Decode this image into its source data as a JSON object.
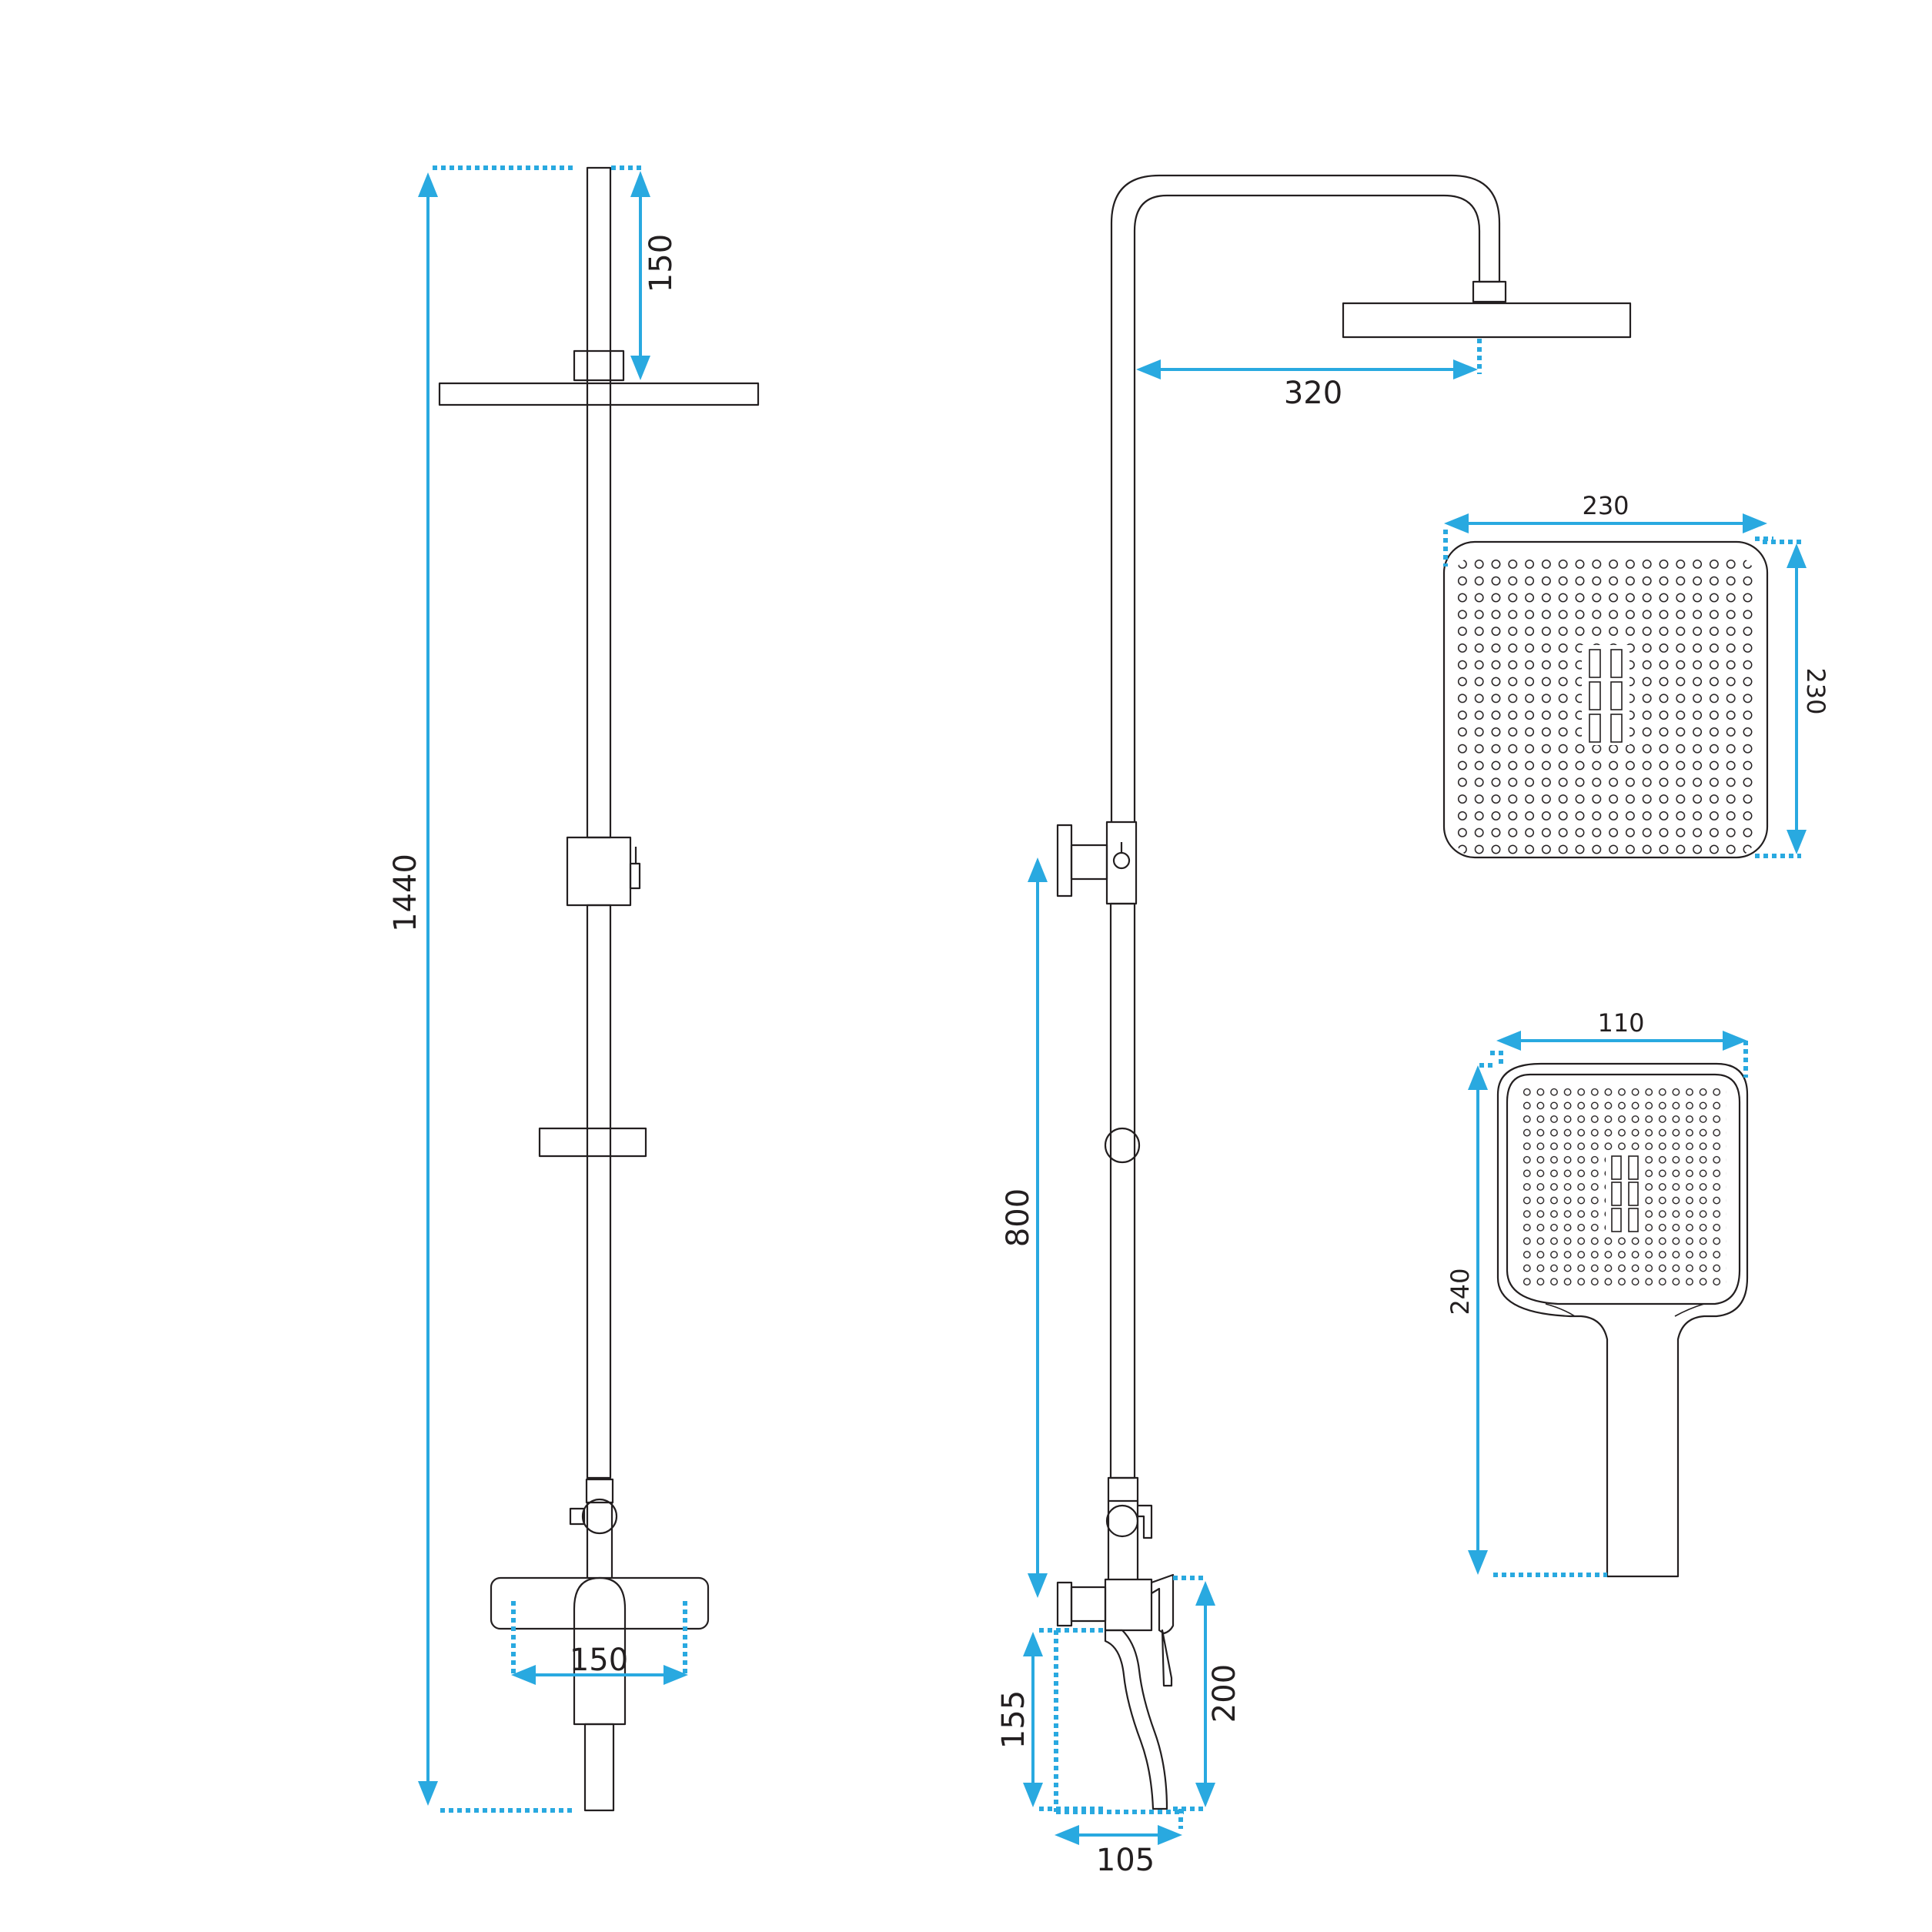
{
  "dimensions": {
    "total_height": "1440",
    "top_to_head": "150",
    "mixer_centers": "150",
    "arm_length": "320",
    "head_width": "230",
    "head_depth": "230",
    "hand_width": "110",
    "hand_length": "240",
    "slider_height": "800",
    "mixer_height": "200",
    "spout_drop": "155",
    "spout_reach": "105"
  },
  "colors": {
    "outline": "#231f20",
    "dimension": "#29a9e0"
  }
}
